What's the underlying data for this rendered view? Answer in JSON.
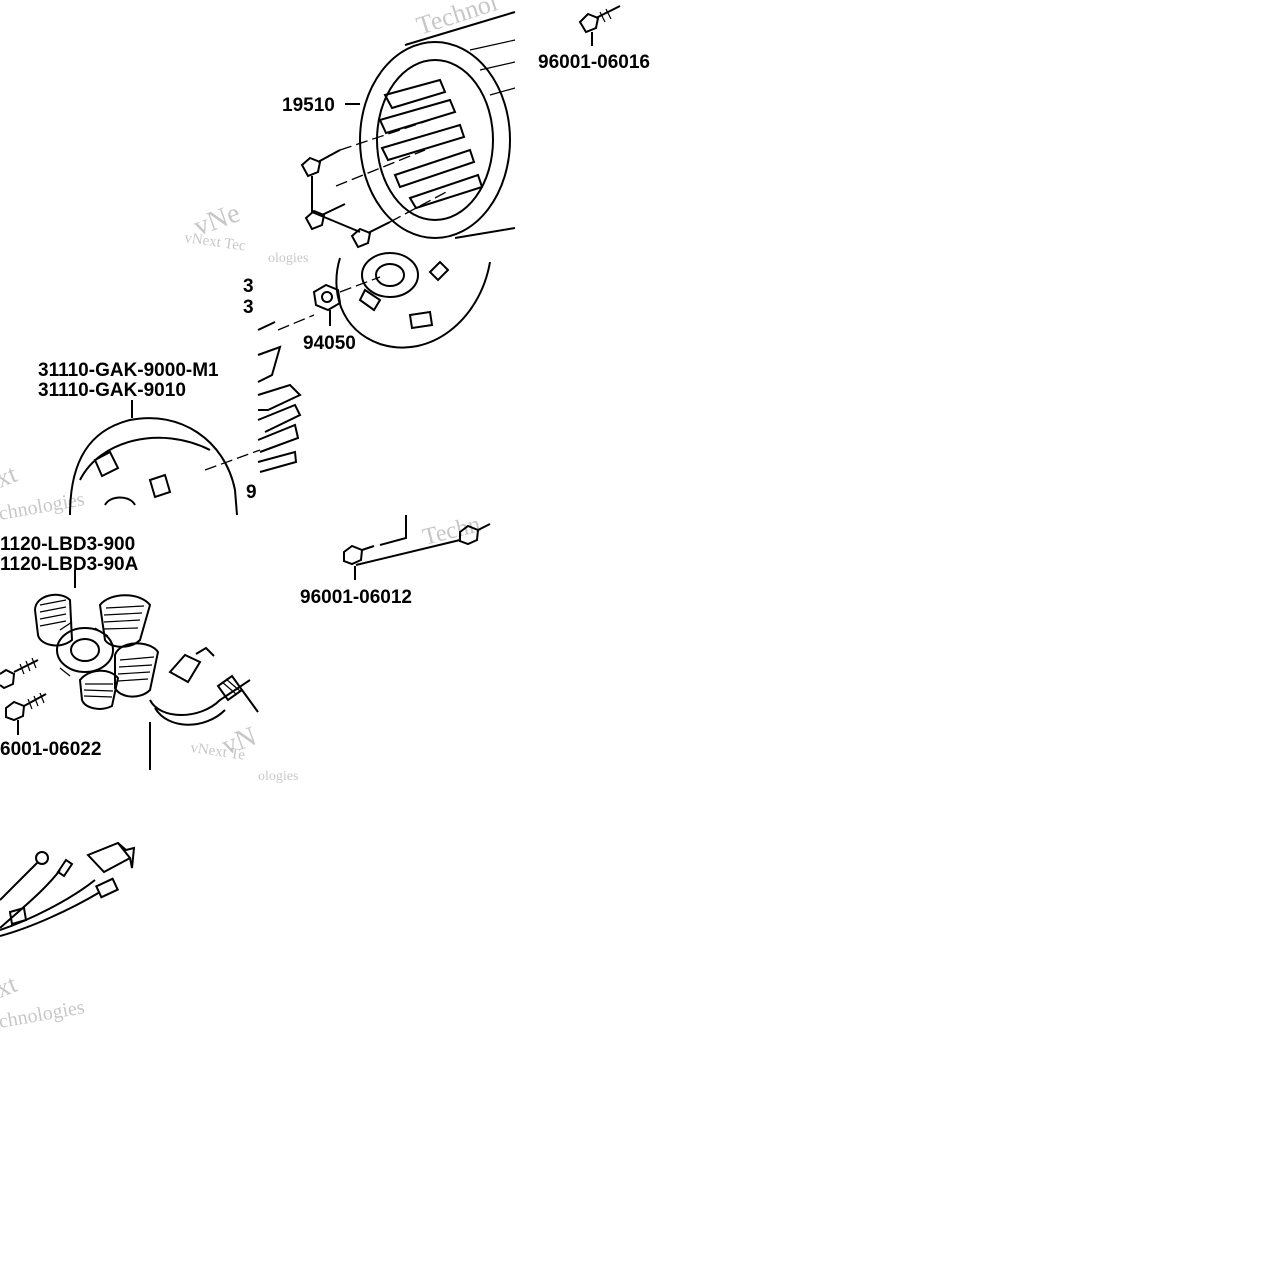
{
  "diagram": {
    "background": "#ffffff",
    "ink_color": "#000000",
    "watermark_color": "#9a9a9a",
    "labels": {
      "fan_cover": "19510",
      "fan_screw": "96001-06016",
      "flywheel_nut": "94050",
      "flywheel_a_1": "31110-GAK-9000-M1",
      "flywheel_a_2": "31110-GAK-9010",
      "stator_1": "1120-LBD3-900",
      "stator_2": "1120-LBD3-90A",
      "stator_screw": "6001-06022",
      "pickup_screw": "96001-06012",
      "partial_top_1": "3",
      "partial_top_2": "3",
      "partial_mid": "9"
    },
    "watermarks": {
      "w1": "Technol",
      "w2": "vNext Tec",
      "w3": "ologies",
      "w4": "vNe",
      "w5": "xt",
      "w6": "chnologies",
      "w7": "Techn",
      "w8": "vNext Te",
      "w9": "ologies",
      "w10": "vN",
      "w11": "xt",
      "w12": "chnologies"
    }
  }
}
